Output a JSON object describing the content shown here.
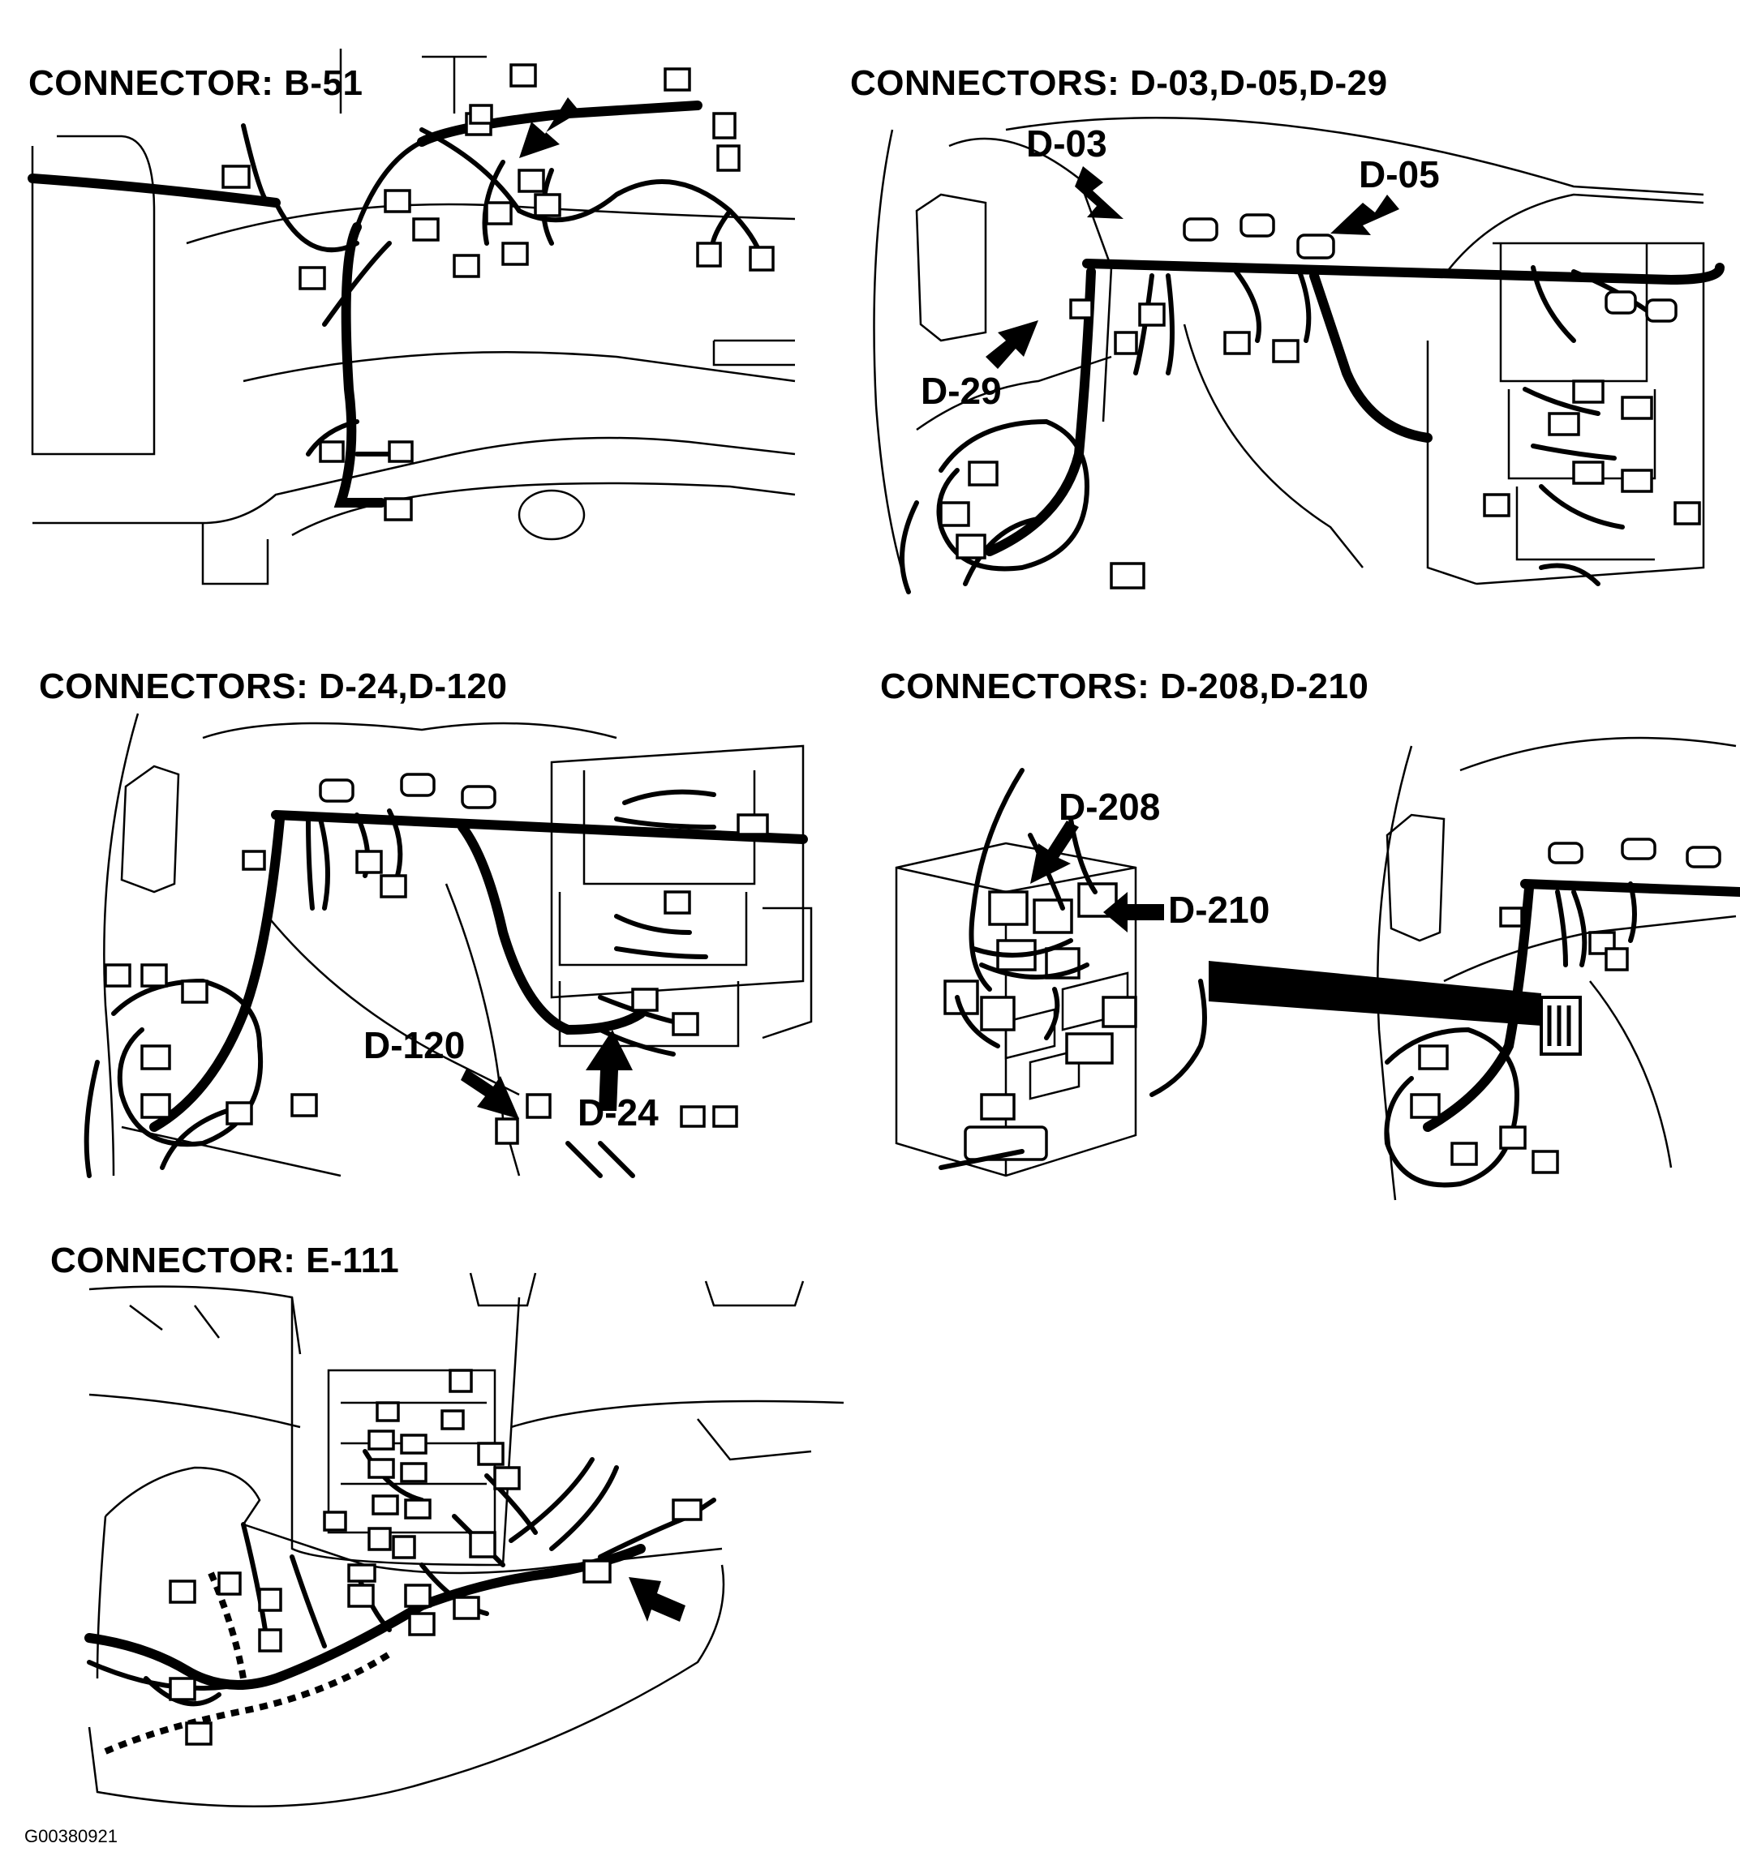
{
  "panels": [
    {
      "title": "CONNECTOR: B-51",
      "callouts": []
    },
    {
      "title": "CONNECTORS: D-03,D-05,D-29",
      "callouts": [
        "D-03",
        "D-05",
        "D-29"
      ]
    },
    {
      "title": "CONNECTORS: D-24,D-120",
      "callouts": [
        "D-120",
        "D-24"
      ]
    },
    {
      "title": "CONNECTORS: D-208,D-210",
      "callouts": [
        "D-208",
        "D-210"
      ]
    },
    {
      "title": "CONNECTOR: E-111",
      "callouts": []
    }
  ],
  "doc_id": "G00380921"
}
